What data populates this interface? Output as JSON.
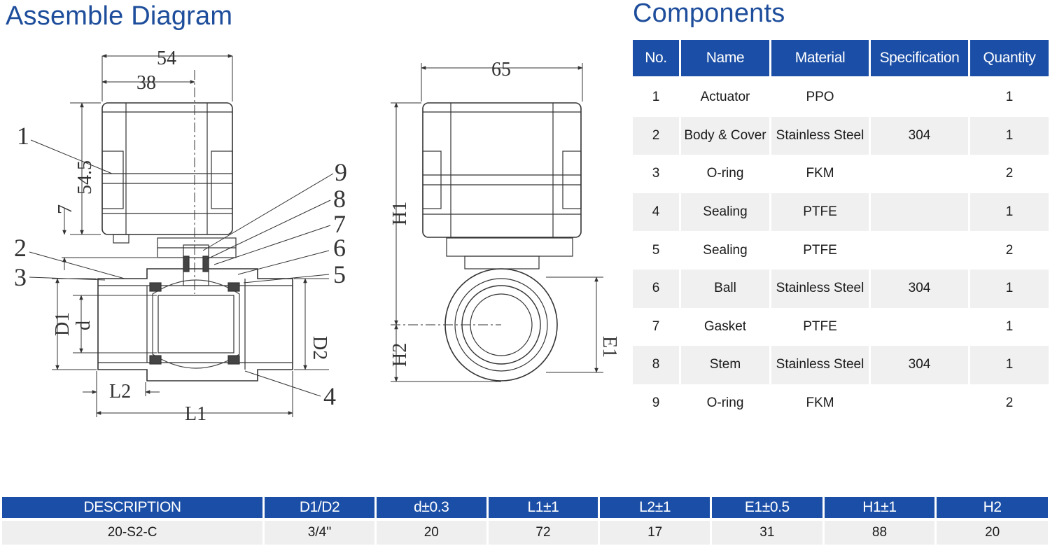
{
  "titles": {
    "assemble": "Assemble Diagram",
    "components": "Components"
  },
  "drawing": {
    "dims": {
      "w54": "54",
      "w38": "38",
      "h545": "54.5",
      "h7": "7",
      "w65": "65",
      "H1": "H1",
      "H2": "H2",
      "E1": "E1",
      "D1": "D1",
      "d": "d",
      "D2": "D2",
      "L1": "L1",
      "L2": "L2"
    },
    "callouts": [
      "1",
      "2",
      "3",
      "4",
      "5",
      "6",
      "7",
      "8",
      "9"
    ]
  },
  "components": {
    "headers": [
      "No.",
      "Name",
      "Material",
      "Specification",
      "Quantity"
    ],
    "rows": [
      {
        "no": "1",
        "name": "Actuator",
        "material": "PPO",
        "spec": "",
        "qty": "1"
      },
      {
        "no": "2",
        "name": "Body & Cover",
        "material": "Stainless Steel",
        "spec": "304",
        "qty": "1"
      },
      {
        "no": "3",
        "name": "O-ring",
        "material": "FKM",
        "spec": "",
        "qty": "2"
      },
      {
        "no": "4",
        "name": "Sealing",
        "material": "PTFE",
        "spec": "",
        "qty": "1"
      },
      {
        "no": "5",
        "name": "Sealing",
        "material": "PTFE",
        "spec": "",
        "qty": "2"
      },
      {
        "no": "6",
        "name": "Ball",
        "material": "Stainless Steel",
        "spec": "304",
        "qty": "1"
      },
      {
        "no": "7",
        "name": "Gasket",
        "material": "PTFE",
        "spec": "",
        "qty": "1"
      },
      {
        "no": "8",
        "name": "Stem",
        "material": "Stainless Steel",
        "spec": "304",
        "qty": "1"
      },
      {
        "no": "9",
        "name": "O-ring",
        "material": "FKM",
        "spec": "",
        "qty": "2"
      }
    ]
  },
  "dimensions": {
    "headers": [
      "DESCRIPTION",
      "D1/D2",
      "d±0.3",
      "L1±1",
      "L2±1",
      "E1±0.5",
      "H1±1",
      "H2"
    ],
    "row": [
      "20-S2-C",
      "3/4''",
      "20",
      "72",
      "17",
      "31",
      "88",
      "20"
    ]
  },
  "colors": {
    "accent": "#1b4ea6",
    "title": "#1d4d9b",
    "alt_row": "#f0f0f0"
  }
}
